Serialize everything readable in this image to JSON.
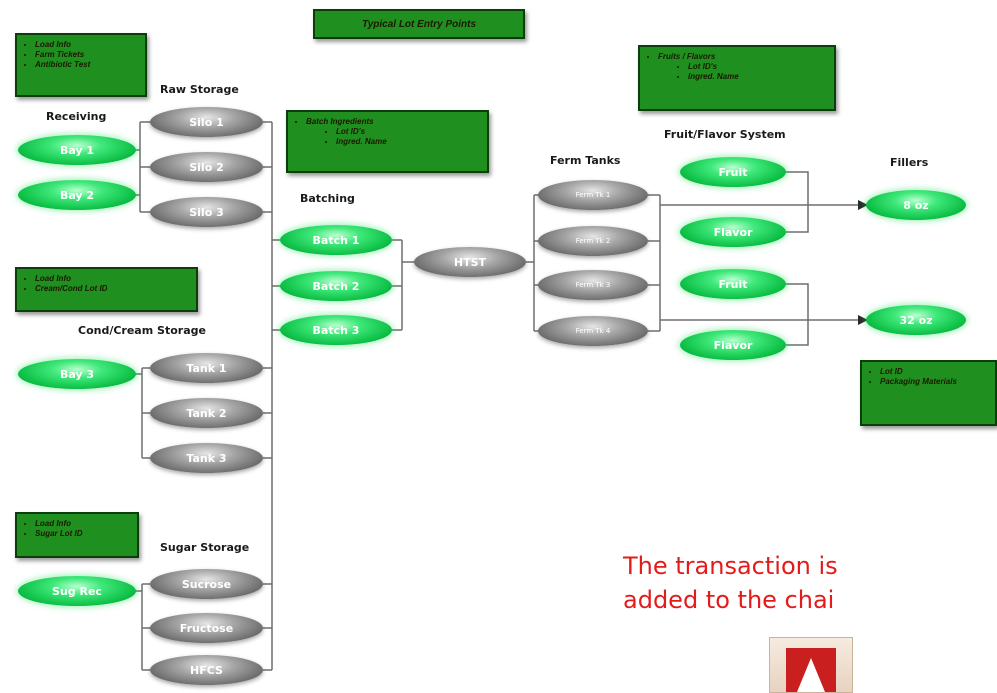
{
  "title": "Typical Lot Entry Points",
  "sections": {
    "receiving": "Receiving",
    "raw_storage": "Raw Storage",
    "batching": "Batching",
    "ferm_tanks": "Ferm Tanks",
    "fruit_flavor_system": "Fruit/Flavor System",
    "fillers": "Fillers",
    "cond_cream_storage": "Cond/Cream Storage",
    "sugar_storage": "Sugar Storage"
  },
  "notes": {
    "receiving": [
      "Load Info",
      "Farm Tickets",
      "Antibiotic Test"
    ],
    "batch": {
      "main": "Batch Ingredients",
      "subs": [
        "Lot ID's",
        "Ingred. Name"
      ]
    },
    "fruit": {
      "main": "Fruits / Flavors",
      "subs": [
        "Lot ID's",
        "Ingred. Name"
      ]
    },
    "cream": [
      "Load Info",
      "Cream/Cond Lot ID"
    ],
    "sugar": [
      "Load Info",
      "Sugar Lot ID"
    ],
    "fillers": [
      "Lot ID",
      "Packaging Materials"
    ]
  },
  "nodes": {
    "bay1": "Bay 1",
    "bay2": "Bay 2",
    "bay3": "Bay 3",
    "silo1": "Silo 1",
    "silo2": "Silo 2",
    "silo3": "Silo 3",
    "tank1": "Tank 1",
    "tank2": "Tank 2",
    "tank3": "Tank 3",
    "sugrec": "Sug Rec",
    "sucrose": "Sucrose",
    "fructose": "Fructose",
    "hfcs": "HFCS",
    "batch1": "Batch 1",
    "batch2": "Batch 2",
    "batch3": "Batch 3",
    "htst": "HTST",
    "ferm1": "Ferm Tk 1",
    "ferm2": "Ferm Tk 2",
    "ferm3": "Ferm Tk 3",
    "ferm4": "Ferm Tk 4",
    "fruit1": "Fruit",
    "flavor1": "Flavor",
    "fruit2": "Fruit",
    "flavor2": "Flavor",
    "filler8": "8 oz",
    "filler32": "32 oz"
  },
  "overlay_text": {
    "line1": "The transaction is",
    "line2": "added to the chai"
  },
  "colors": {
    "node_green": "#0cbf45",
    "node_gray": "#6a6a6a",
    "note_bg": "#1f8f1f",
    "overlay_red": "#e41b1b"
  },
  "icons": {
    "cube": "alert-cube-icon"
  }
}
